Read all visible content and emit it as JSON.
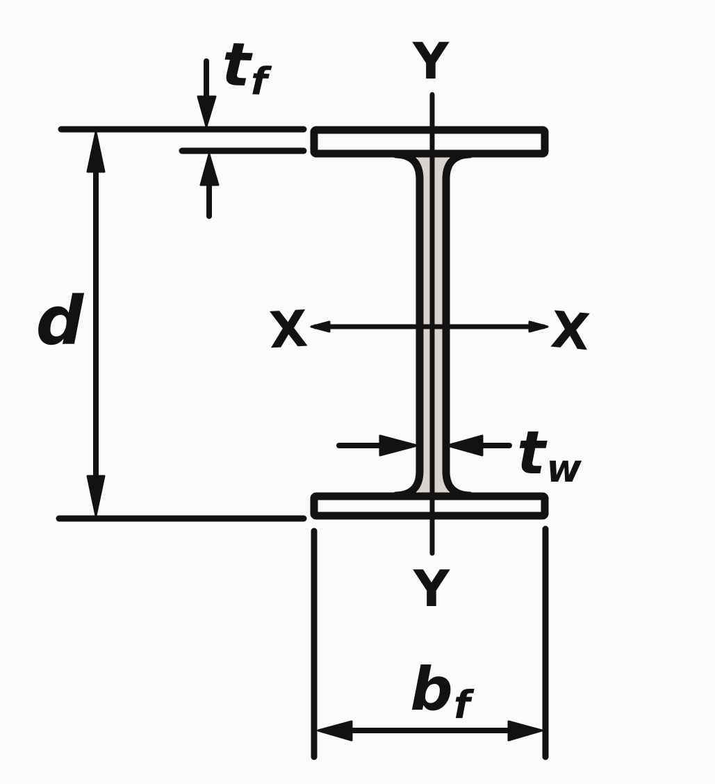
{
  "figure": {
    "kind": "I-beam cross-section dimension diagram"
  },
  "colors": {
    "ink": "#131211",
    "background": "#fcfbfa",
    "web_gap": "#d8d2d0"
  },
  "labels": {
    "axis_y_top": "Y",
    "axis_y_bottom": "Y",
    "axis_x_left": "X",
    "axis_x_right": "X",
    "depth": "d",
    "flange_thickness": {
      "base": "t",
      "sub": "f"
    },
    "web_thickness": {
      "base": "t",
      "sub": "w"
    },
    "flange_width": {
      "base": "b",
      "sub": "f"
    }
  }
}
